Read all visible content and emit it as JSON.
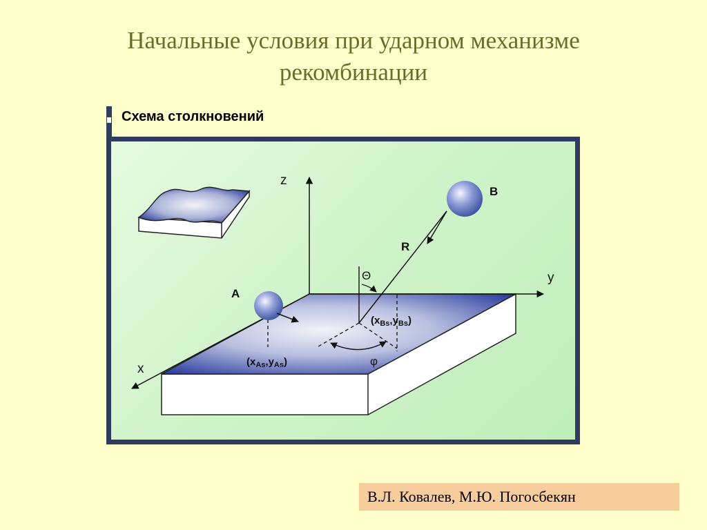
{
  "slide": {
    "title_line1": "Начальные условия при ударном механизме",
    "title_line2": "рекомбинации"
  },
  "figure": {
    "label": "Схема столкновений",
    "axis_z": "z",
    "axis_y": "y",
    "axis_x": "x",
    "particle_a": "A",
    "particle_b": "B",
    "vector_r": "R",
    "angle_theta": "Θ",
    "angle_phi": "φ",
    "coord_a_x": "x",
    "coord_a_x_sub": "As",
    "coord_a_y": "y",
    "coord_a_y_sub": "As",
    "coord_b_x": "x",
    "coord_b_x_sub": "Bs",
    "coord_b_y": "y",
    "coord_b_y_sub": "Bs"
  },
  "footer": {
    "authors": "В.Л. Ковалев, М.Ю. Погосбекян"
  },
  "colors": {
    "background": "#ffffcc",
    "title": "#6b6b2a",
    "frame_border": "#2e3b5e",
    "surface_blue": "#27399b",
    "author_box": "#f7cd9e"
  }
}
